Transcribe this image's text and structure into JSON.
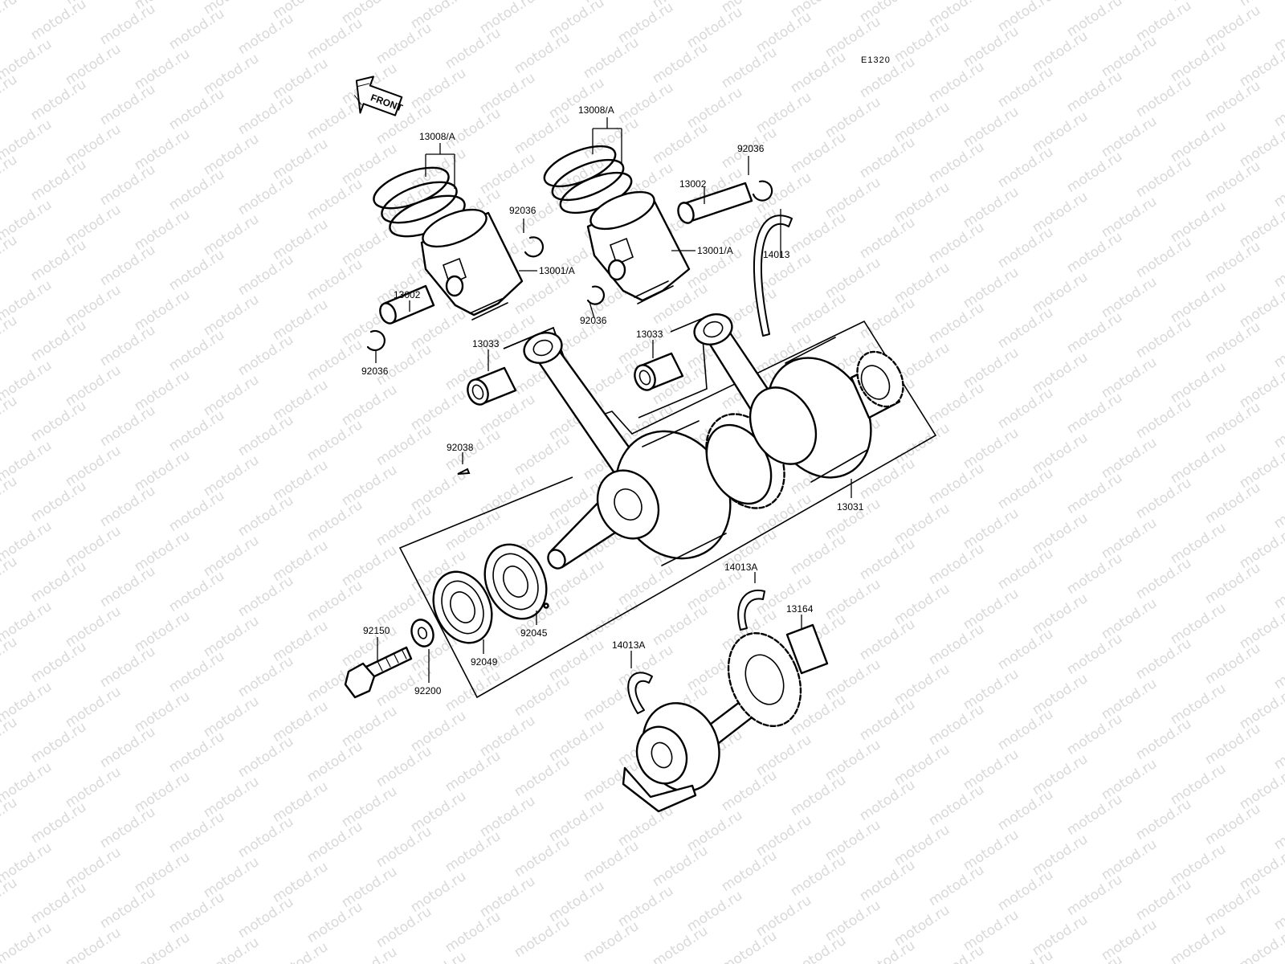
{
  "diagram_code": "E1320",
  "front_label": "FRONT",
  "watermark": "motod.ru",
  "callouts": {
    "rings_left": "13008/A",
    "rings_right": "13008/A",
    "clip_top_right": "92036",
    "pin_right": "13002",
    "clip_mid_left": "92036",
    "piston_right": "13001/A",
    "piston_left": "13001/A",
    "metal_right": "14013",
    "pin_left": "13002",
    "clip_mid_right": "92036",
    "clip_bottom_left": "92036",
    "bearing_left": "13033",
    "bearing_right": "13033",
    "key": "92038",
    "crankshaft": "13031",
    "metal_a_top": "14013A",
    "balancer": "13164",
    "metal_a_bottom": "14013A",
    "bolt": "92150",
    "washer": "92200",
    "oil_seal": "92049",
    "ball_bearing": "92045"
  }
}
